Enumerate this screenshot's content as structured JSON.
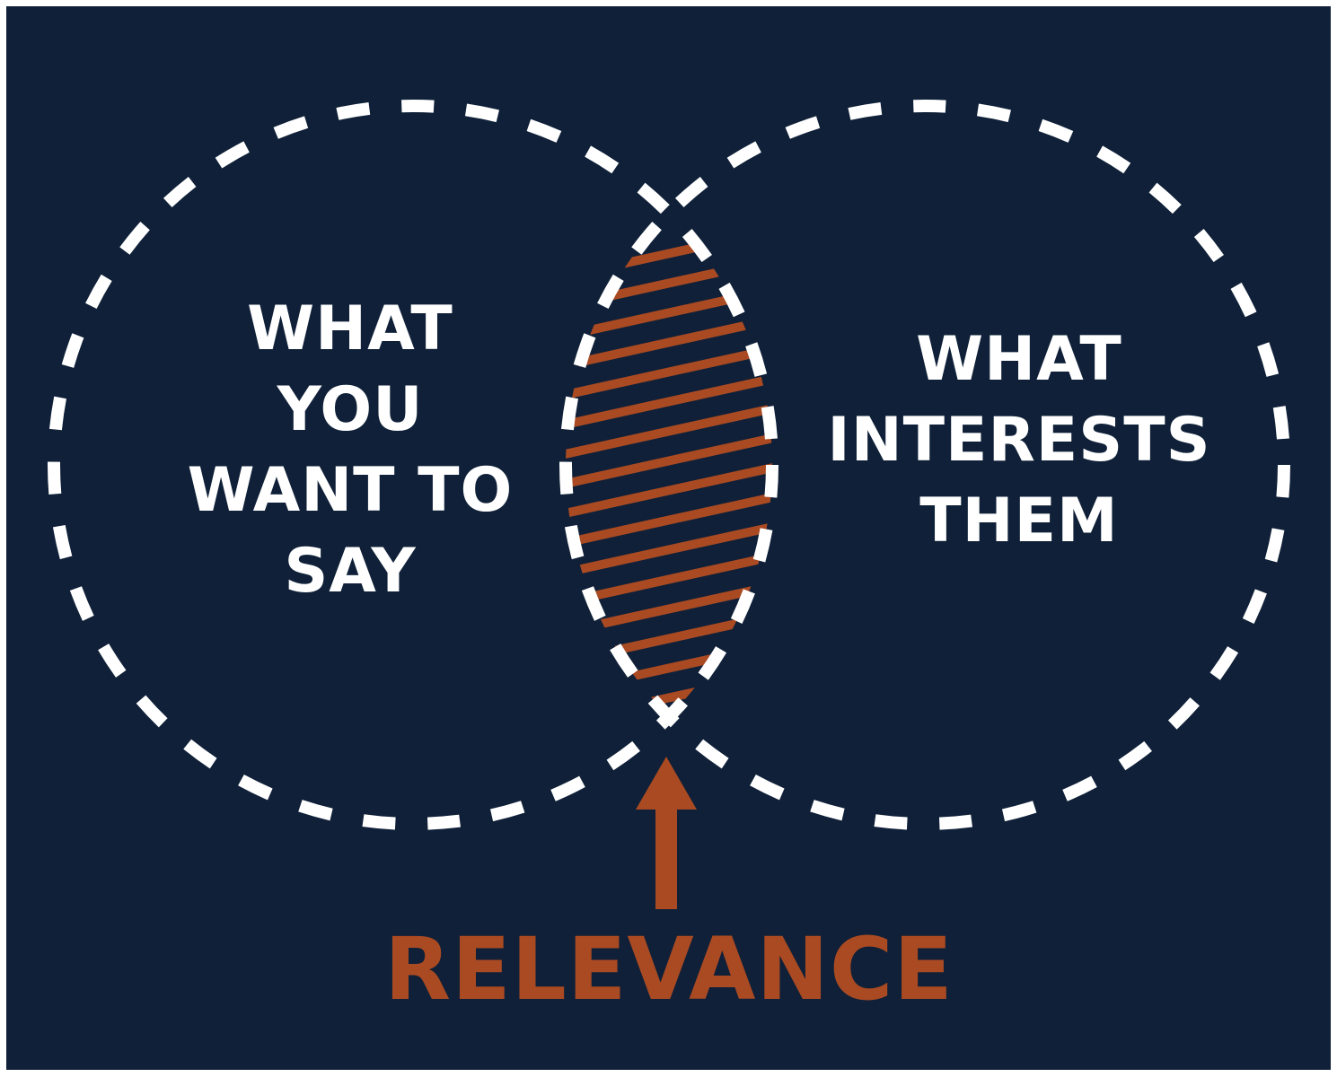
{
  "colors": {
    "background": "#0f2038",
    "outline": "#ffffff",
    "accent": "#a94a22"
  },
  "left_circle": {
    "lines": [
      "WHAT",
      "YOU",
      "WANT TO",
      "SAY"
    ]
  },
  "right_circle": {
    "lines": [
      "WHAT",
      "INTERESTS",
      "THEM"
    ]
  },
  "intersection": {
    "label": "RELEVANCE"
  }
}
